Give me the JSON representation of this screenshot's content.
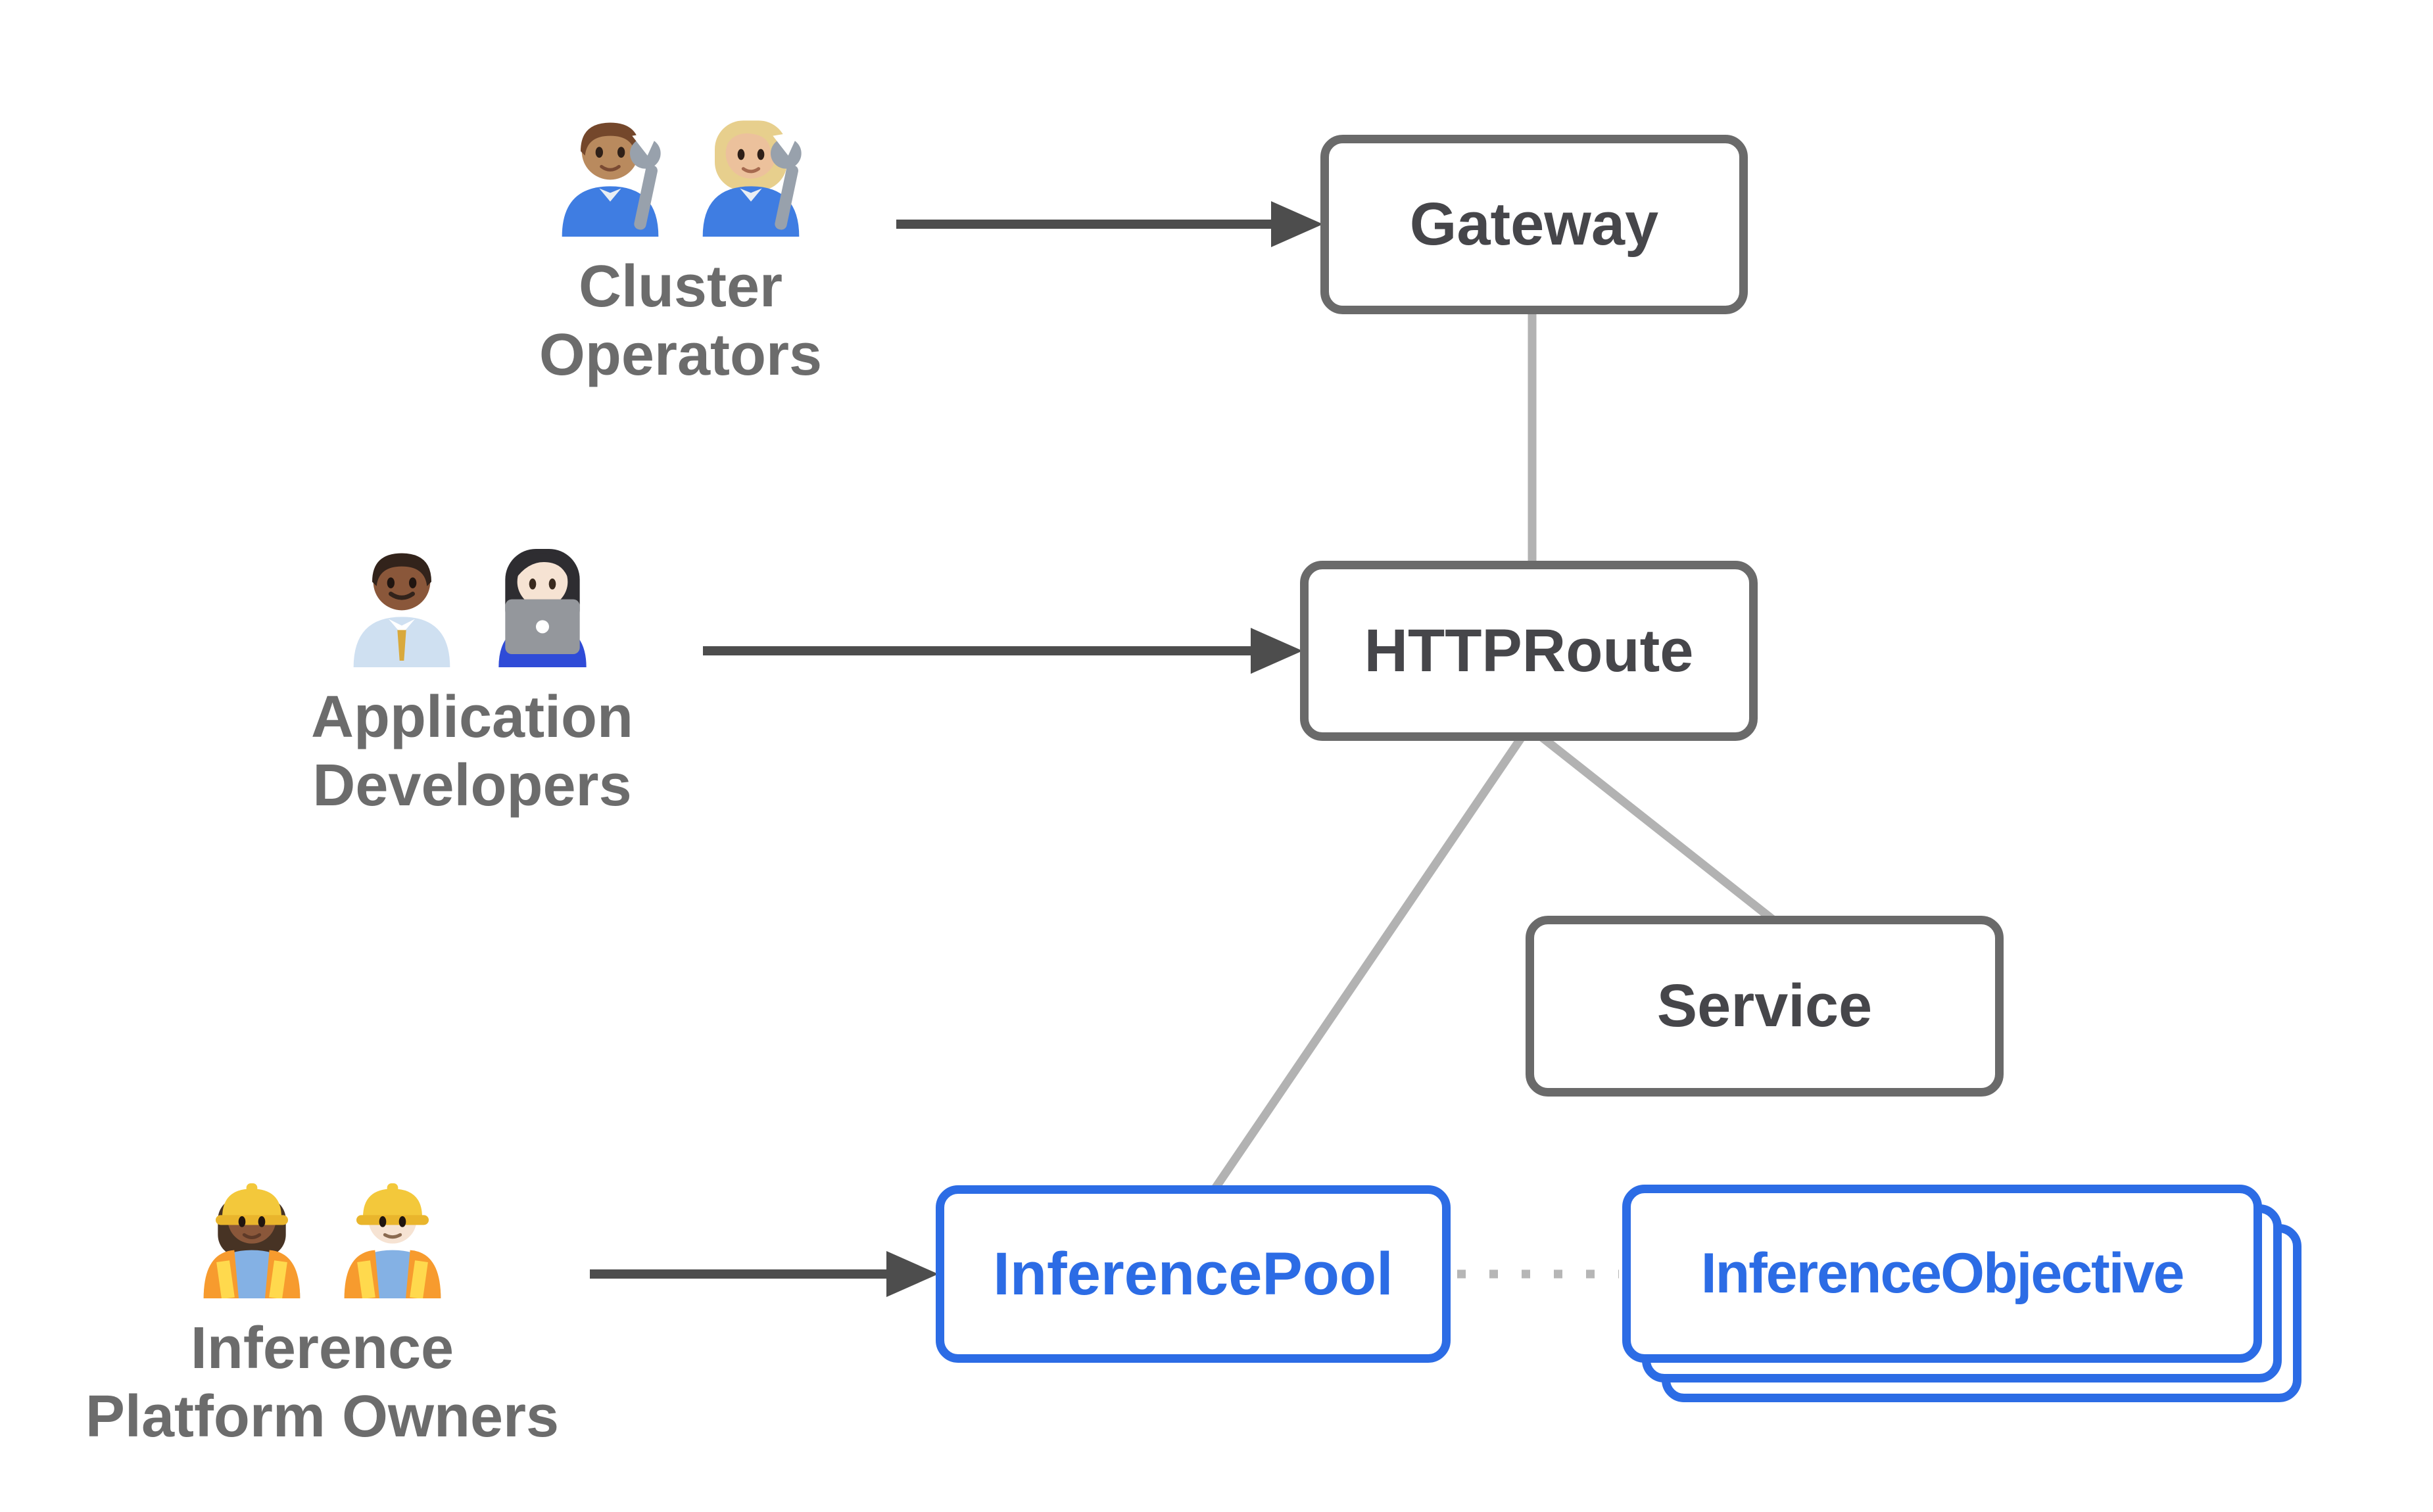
{
  "diagram": {
    "nodes": {
      "gateway": {
        "label": "Gateway"
      },
      "httproute": {
        "label": "HTTPRoute"
      },
      "service": {
        "label": "Service"
      },
      "inference_pool": {
        "label": "InferencePool"
      },
      "inference_objective": {
        "label": "InferenceObjective"
      }
    },
    "personas": [
      {
        "lines": [
          "Cluster",
          "Operators"
        ],
        "emojis": [
          {
            "name": "man-mechanic-emoji",
            "glyph": "👨🏽‍🔧"
          },
          {
            "name": "woman-mechanic-emoji",
            "glyph": "👩🏼‍🔧"
          }
        ]
      },
      {
        "lines": [
          "Application",
          "Developers"
        ],
        "emojis": [
          {
            "name": "man-office-worker-emoji",
            "glyph": "👨🏾‍💼"
          },
          {
            "name": "woman-technologist-emoji",
            "glyph": "👩🏻‍💻"
          }
        ]
      },
      {
        "lines": [
          "Inference",
          "Platform Owners"
        ],
        "emojis": [
          {
            "name": "woman-construction-worker-emoji",
            "glyph": "👷🏾‍♀️"
          },
          {
            "name": "man-construction-worker-emoji",
            "glyph": "👷🏻‍♂️"
          }
        ]
      }
    ],
    "colors": {
      "accent_blue": "#2C6CE5",
      "node_border": "#6A6A6A",
      "node_text": "#46464A",
      "persona_text": "#6C6C6C",
      "arrow": "#4D4D4D",
      "connector": "#B2B2B2",
      "dots": "#B6B6B6"
    }
  }
}
